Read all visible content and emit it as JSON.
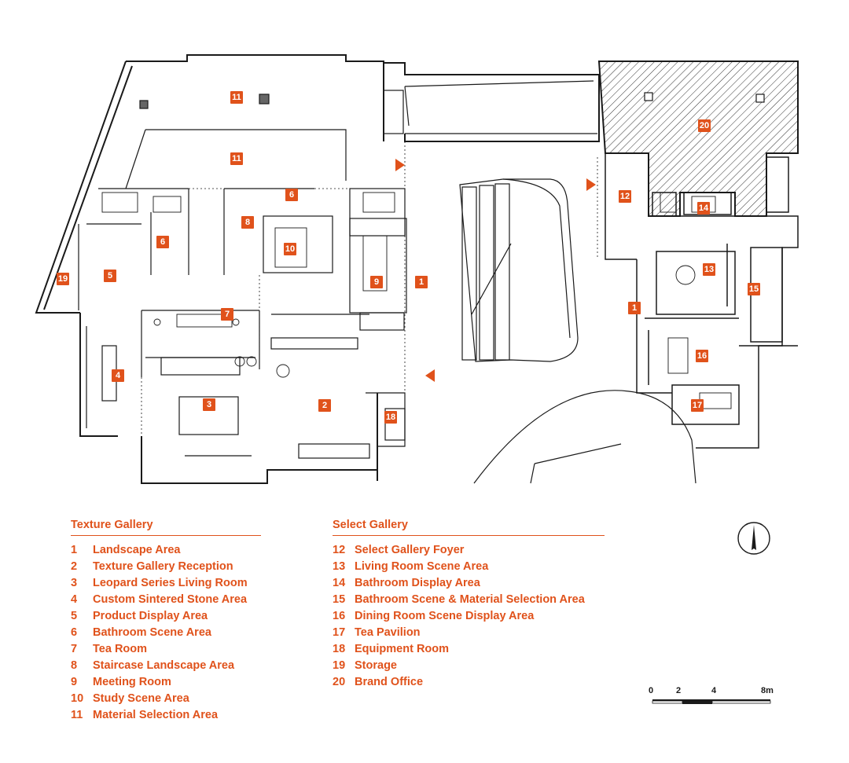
{
  "tags": [
    {
      "n": "1"
    },
    {
      "n": "1"
    },
    {
      "n": "2"
    },
    {
      "n": "3"
    },
    {
      "n": "4"
    },
    {
      "n": "5"
    },
    {
      "n": "6"
    },
    {
      "n": "6"
    },
    {
      "n": "7"
    },
    {
      "n": "8"
    },
    {
      "n": "9"
    },
    {
      "n": "10"
    },
    {
      "n": "11"
    },
    {
      "n": "11"
    },
    {
      "n": "12"
    },
    {
      "n": "13"
    },
    {
      "n": "14"
    },
    {
      "n": "15"
    },
    {
      "n": "16"
    },
    {
      "n": "17"
    },
    {
      "n": "18"
    },
    {
      "n": "19"
    },
    {
      "n": "20"
    }
  ],
  "legend_left": {
    "title": "Texture Gallery",
    "items": [
      {
        "num": "1",
        "label": "Landscape Area"
      },
      {
        "num": "2",
        "label": "Texture Gallery Reception"
      },
      {
        "num": "3",
        "label": "Leopard Series Living Room"
      },
      {
        "num": "4",
        "label": "Custom Sintered Stone Area"
      },
      {
        "num": "5",
        "label": "Product Display Area"
      },
      {
        "num": "6",
        "label": "Bathroom Scene Area"
      },
      {
        "num": "7",
        "label": "Tea Room"
      },
      {
        "num": "8",
        "label": "Staircase Landscape Area"
      },
      {
        "num": "9",
        "label": "Meeting Room"
      },
      {
        "num": "10",
        "label": "Study Scene Area"
      },
      {
        "num": "11",
        "label": "Material Selection Area"
      }
    ]
  },
  "legend_right": {
    "title": "Select Gallery",
    "items": [
      {
        "num": "12",
        "label": "Select Gallery Foyer"
      },
      {
        "num": "13",
        "label": "Living Room Scene Area"
      },
      {
        "num": "14",
        "label": "Bathroom Display Area"
      },
      {
        "num": "15",
        "label": "Bathroom Scene & Material Selection Area"
      },
      {
        "num": "16",
        "label": "Dining Room Scene Display Area"
      },
      {
        "num": "17",
        "label": "Tea Pavilion"
      },
      {
        "num": "18",
        "label": "Equipment Room"
      },
      {
        "num": "19",
        "label": "Storage"
      },
      {
        "num": "20",
        "label": "Brand Office"
      }
    ]
  },
  "scale": {
    "labels": [
      "0",
      "2",
      "4",
      "8m"
    ]
  },
  "colors": {
    "accent": "#e0521b",
    "line": "#1a1a1a"
  }
}
